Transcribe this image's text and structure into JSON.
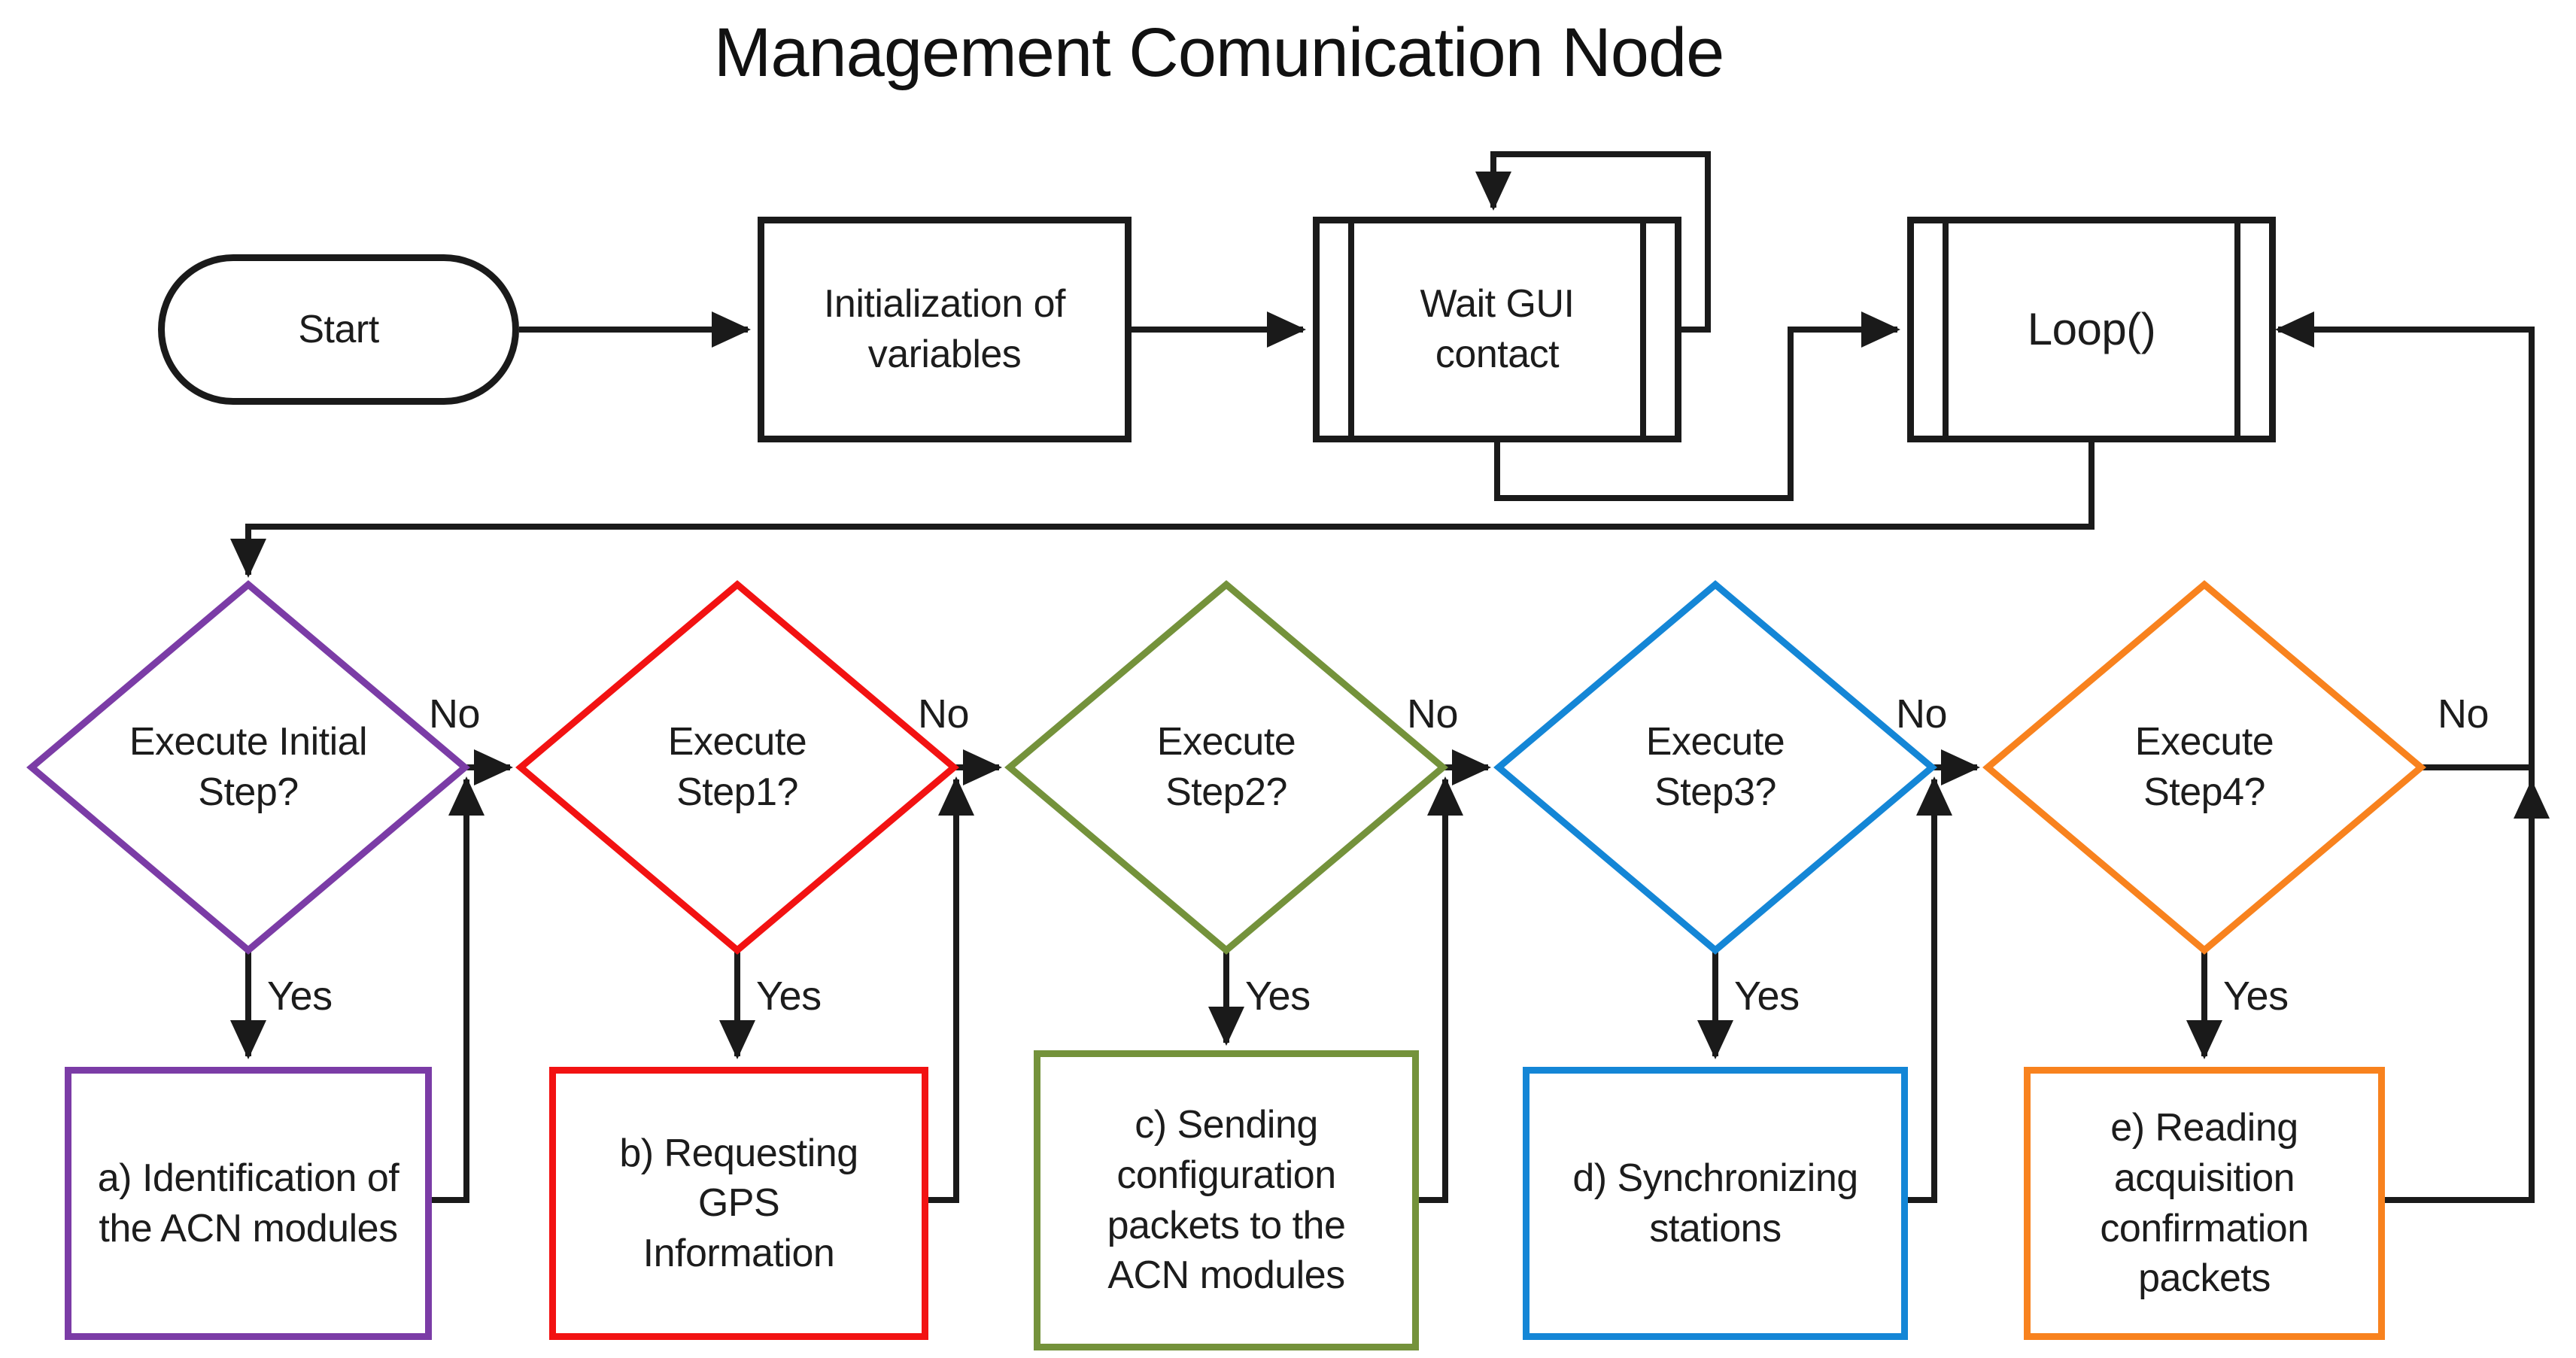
{
  "title": "Management Comunication Node",
  "palette": {
    "line": "#1a1a1a",
    "purple": "#7B3CA6",
    "red": "#F21212",
    "green": "#74923B",
    "blue": "#1486D6",
    "orange": "#F8821E"
  },
  "nodes": {
    "start": {
      "label": "Start"
    },
    "init": {
      "label": "Initialization of variables"
    },
    "wait": {
      "label": "Wait GUI contact"
    },
    "loop": {
      "label": "Loop()"
    }
  },
  "decisions": [
    {
      "id": "initial",
      "label": "Execute Initial Step?",
      "color": "#7B3CA6",
      "no": "No",
      "yes": "Yes"
    },
    {
      "id": "step1",
      "label": "Execute Step1?",
      "color": "#F21212",
      "no": "No",
      "yes": "Yes"
    },
    {
      "id": "step2",
      "label": "Execute Step2?",
      "color": "#74923B",
      "no": "No",
      "yes": "Yes"
    },
    {
      "id": "step3",
      "label": "Execute Step3?",
      "color": "#1486D6",
      "no": "No",
      "yes": "Yes"
    },
    {
      "id": "step4",
      "label": "Execute Step4?",
      "color": "#F8821E",
      "no": "No",
      "yes": "Yes"
    }
  ],
  "processes": [
    {
      "id": "a",
      "label": "a) Identification of the ACN modules",
      "color": "#7B3CA6"
    },
    {
      "id": "b",
      "label": "b) Requesting GPS Information",
      "color": "#F21212"
    },
    {
      "id": "c",
      "label": "c) Sending configuration packets to the ACN modules",
      "color": "#74923B"
    },
    {
      "id": "d",
      "label": "d) Synchronizing stations",
      "color": "#1486D6"
    },
    {
      "id": "e",
      "label": "e) Reading acquisition confirmation packets",
      "color": "#F8821E"
    }
  ]
}
